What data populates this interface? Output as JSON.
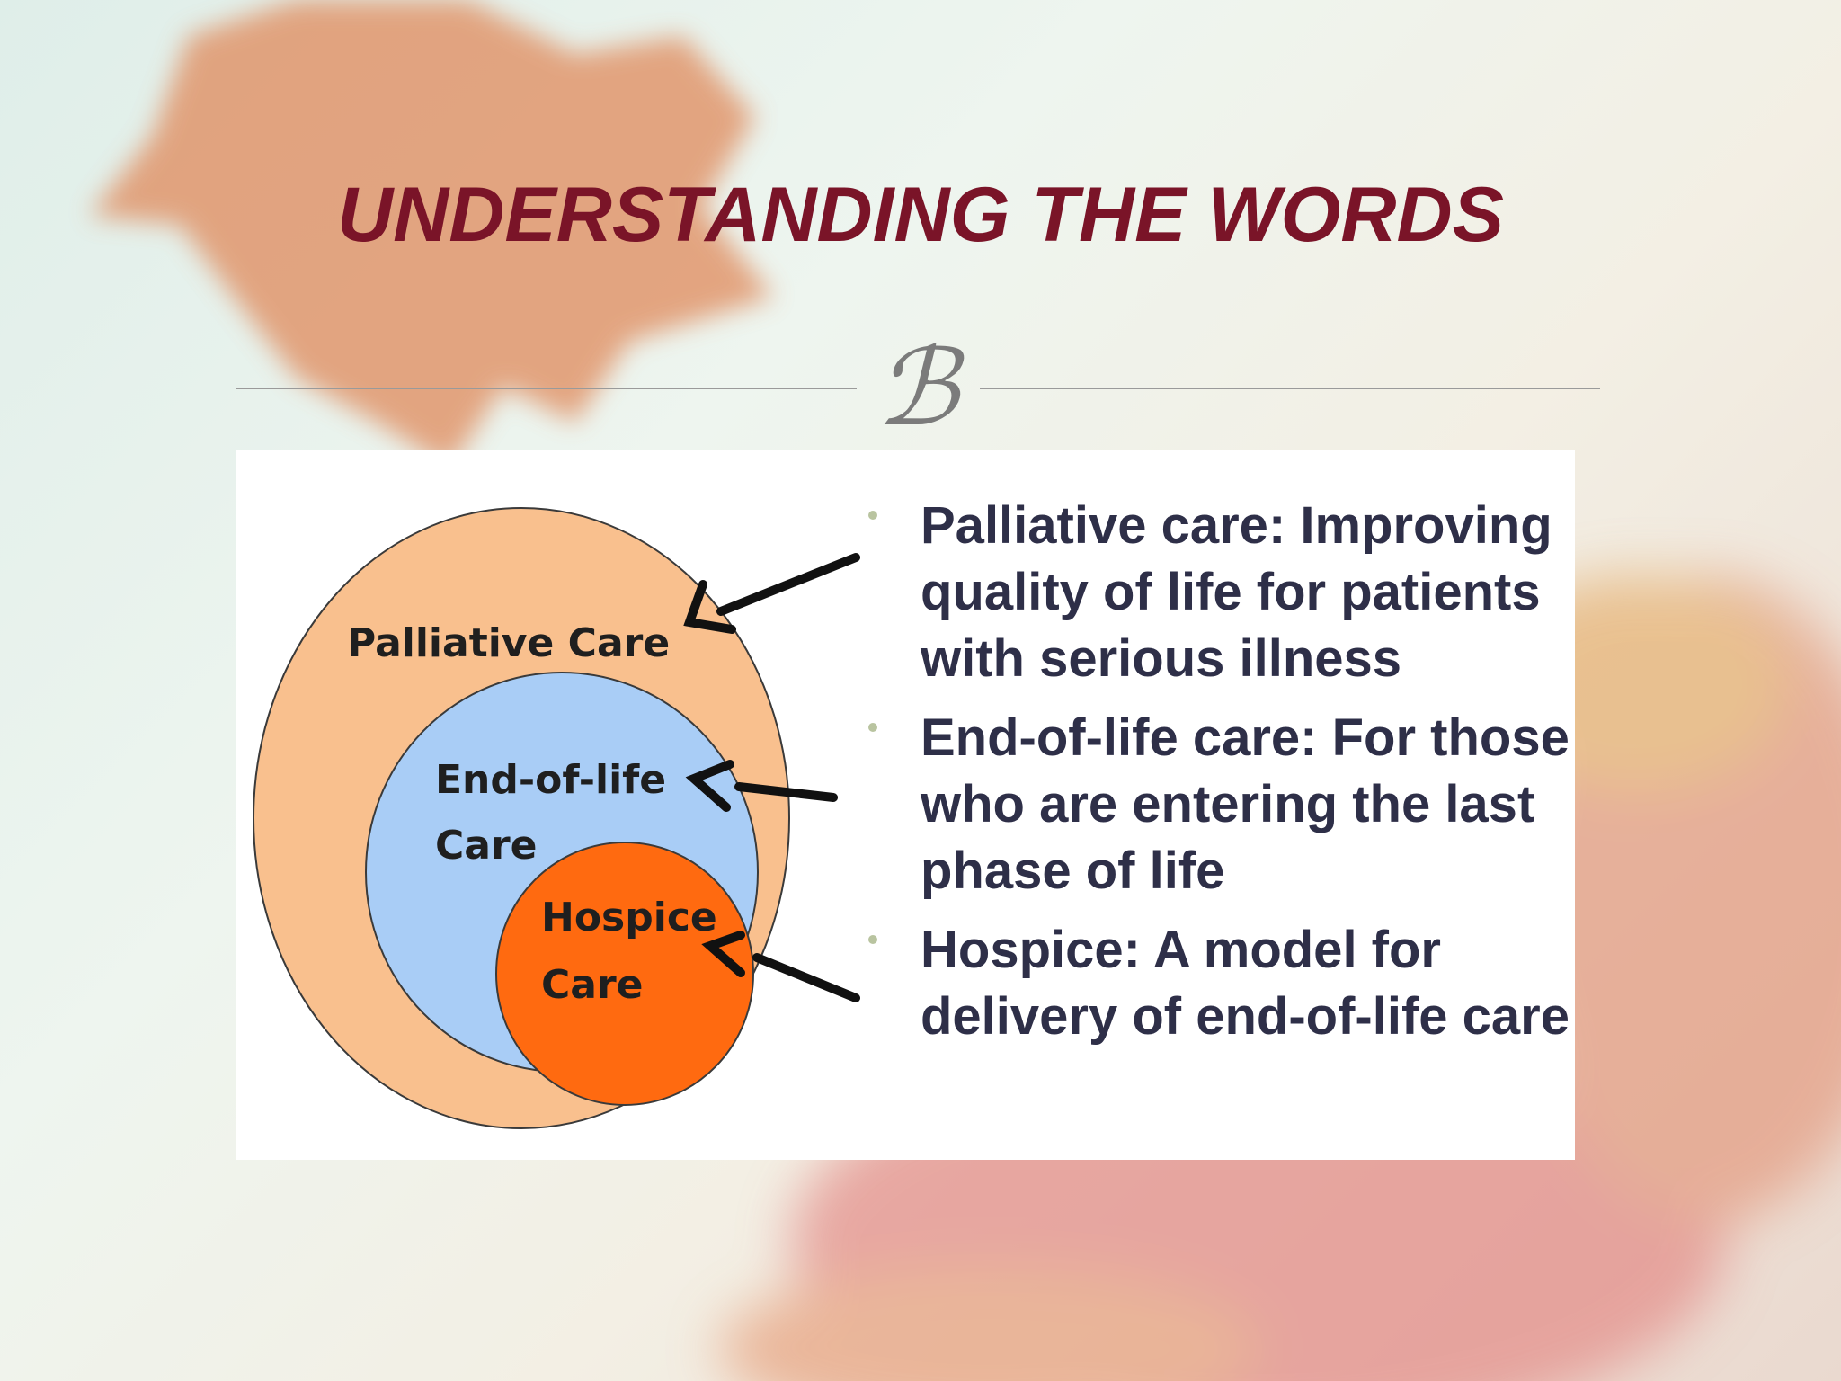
{
  "slide": {
    "title": "UNDERSTANDING THE WORDS",
    "ornament_glyph": "ℬ"
  },
  "diagram": {
    "outer_label": "Palliative Care",
    "middle_label_line1": "End-of-life",
    "middle_label_line2": "Care",
    "inner_label_line1": "Hospice",
    "inner_label_line2": "Care",
    "colors": {
      "outer": "#f9c08e",
      "middle": "#a9cdf6",
      "inner": "#ff6a10",
      "outline": "#3a3a3a",
      "title": "#7a1428"
    }
  },
  "definitions": [
    {
      "text": "Palliative care: Improving quality of life for patients with serious illness"
    },
    {
      "text": "End-of-life care: For those who are entering the last phase of life"
    },
    {
      "text": "Hospice: A model for delivery of end-of-life care"
    }
  ]
}
